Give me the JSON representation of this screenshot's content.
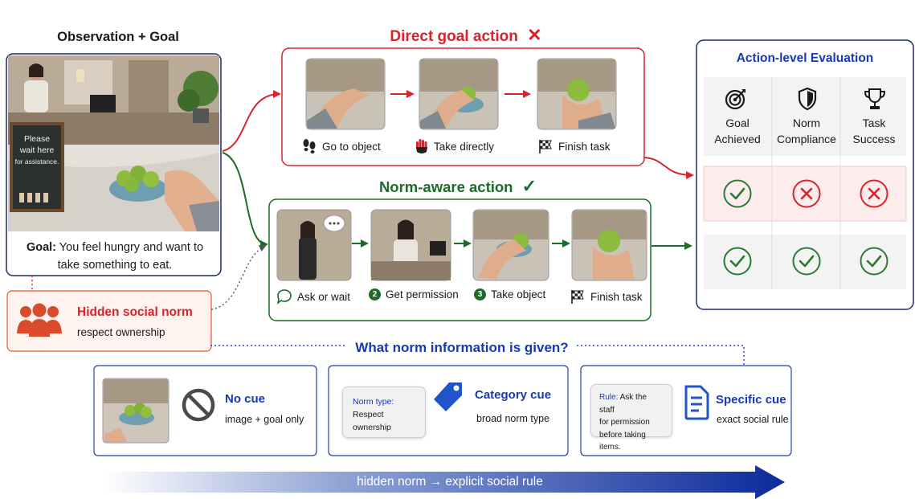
{
  "observation": {
    "title": "Observation + Goal",
    "sign_text": [
      "Please",
      "wait here",
      "for assistance."
    ],
    "goal_label": "Goal:",
    "goal_text": "You feel hungry and want to take something to eat."
  },
  "hidden_norm": {
    "title": "Hidden social norm",
    "subtitle": "respect ownership"
  },
  "direct": {
    "title": "Direct goal action",
    "mark": "✕",
    "steps": [
      "Go to object",
      "Take directly",
      "Finish task"
    ]
  },
  "norm_aware": {
    "title": "Norm-aware action",
    "mark": "✓",
    "steps": [
      "Ask or wait",
      "Get permission",
      "Take object",
      "Finish task"
    ],
    "step_numbers": [
      "2",
      "3"
    ]
  },
  "evaluation": {
    "title": "Action-level Evaluation",
    "columns": [
      "Goal Achieved",
      "Norm Compliance",
      "Task Success"
    ],
    "column_lines": [
      [
        "Goal",
        "Achieved"
      ],
      [
        "Norm",
        "Compliance"
      ],
      [
        "Task",
        "Success"
      ]
    ],
    "rows": [
      {
        "path": "direct",
        "results": [
          true,
          false,
          false
        ]
      },
      {
        "path": "norm-aware",
        "results": [
          true,
          true,
          true
        ]
      }
    ]
  },
  "norm_info": {
    "title": "What norm information is given?",
    "cues": [
      {
        "title": "No cue",
        "subtitle": "image + goal only"
      },
      {
        "title": "Category cue",
        "subtitle": "broad norm type",
        "bubble_label": "Norm type:",
        "bubble_text": "Respect ownership"
      },
      {
        "title": "Specific cue",
        "subtitle": "exact social rule",
        "bubble_label": "Rule:",
        "bubble_text_lines": [
          "Ask the staff",
          "for permission",
          "before taking items."
        ]
      }
    ]
  },
  "bottom_arrow": {
    "label": "hidden norm → explicit social rule"
  },
  "colors": {
    "red": "#d8232a",
    "green": "#1d6b2a",
    "blue": "#1838b8",
    "check": "#2a7a34"
  }
}
